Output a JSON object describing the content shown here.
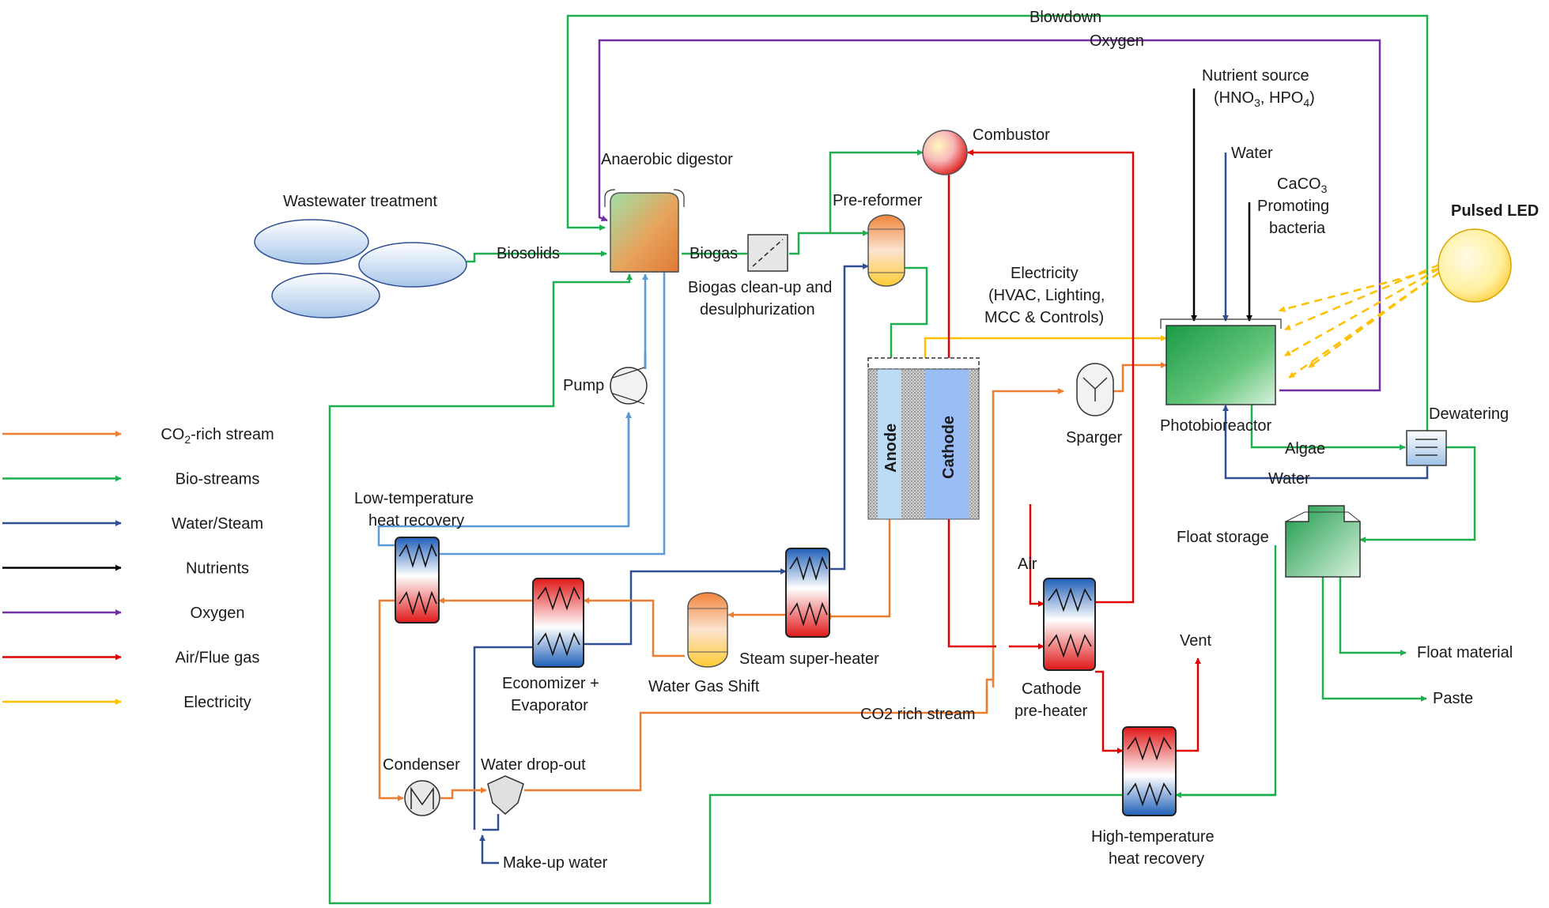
{
  "colors": {
    "co2": "#ED7D31",
    "bio": "#1DAF4E",
    "water": "#2F4F93",
    "water_light": "#5B9BD5",
    "nutrient": "#000000",
    "oxygen": "#7030A0",
    "air": "#E00000",
    "electricity": "#FFC000"
  },
  "legend": [
    {
      "key": "co2",
      "label_pre": "CO",
      "label_sub": "2",
      "label_post": "-rich stream"
    },
    {
      "key": "bio",
      "label_pre": "Bio-streams",
      "label_sub": "",
      "label_post": ""
    },
    {
      "key": "water",
      "label_pre": "Water/Steam",
      "label_sub": "",
      "label_post": ""
    },
    {
      "key": "nutrient",
      "label_pre": "Nutrients",
      "label_sub": "",
      "label_post": ""
    },
    {
      "key": "oxygen",
      "label_pre": "Oxygen",
      "label_sub": "",
      "label_post": ""
    },
    {
      "key": "air",
      "label_pre": "Air/Flue gas",
      "label_sub": "",
      "label_post": ""
    },
    {
      "key": "electricity",
      "label_pre": "Electricity",
      "label_sub": "",
      "label_post": ""
    }
  ],
  "labels": {
    "blowdown": "Blowdown",
    "oxygen": "Oxygen",
    "nutrient_source": "Nutrient source",
    "nutrient_formula_a": "(HNO",
    "nutrient_formula_a_sub": "3",
    "nutrient_formula_b": ", HPO",
    "nutrient_formula_b_sub": "4",
    "nutrient_formula_c": ")",
    "water_top": "Water",
    "caco3": "CaCO",
    "caco3_sub": "3",
    "promoting": "Promoting",
    "bacteria": "bacteria",
    "pulsed_led": "Pulsed LED",
    "combustor": "Combustor",
    "anaerobic_digestor": "Anaerobic digestor",
    "wastewater_treatment": "Wastewater treatment",
    "pre_reformer": "Pre-reformer",
    "biosolids": "Biosolids",
    "biogas": "Biogas",
    "biogas_cleanup_1": "Biogas clean-up and",
    "biogas_cleanup_2": "desulphurization",
    "electricity_1": "Electricity",
    "electricity_2": "(HVAC, Lighting,",
    "electricity_3": "MCC & Controls)",
    "pump": "Pump",
    "anode": "Anode",
    "cathode": "Cathode",
    "sparger": "Sparger",
    "photobioreactor": "Photobioreactor",
    "dewatering": "Dewatering",
    "algae": "Algae",
    "water_return": "Water",
    "float_storage": "Float storage",
    "low_temp_1": "Low-temperature",
    "low_temp_2": "heat recovery",
    "air": "Air",
    "vent": "Vent",
    "economizer_1": "Economizer +",
    "economizer_2": "Evaporator",
    "steam_superheater": "Steam super-heater",
    "water_gas_shift": "Water Gas Shift",
    "cathode_preheater_1": "Cathode",
    "cathode_preheater_2": "pre-heater",
    "co2_rich_stream": "CO2 rich stream",
    "float_material": "Float material",
    "paste": "Paste",
    "condenser": "Condenser",
    "water_dropout": "Water drop-out",
    "make_up_water": "Make-up water",
    "high_temp_1": "High-temperature",
    "high_temp_2": "heat recovery"
  }
}
